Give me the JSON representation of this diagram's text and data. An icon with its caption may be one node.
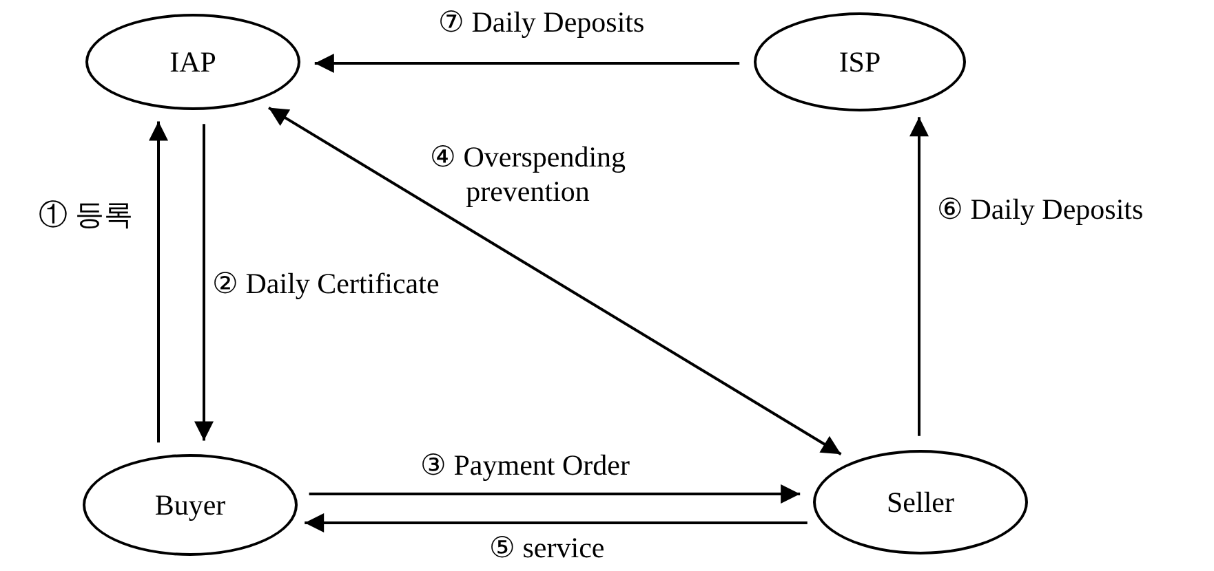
{
  "diagram": {
    "nodes": [
      {
        "text": [
          "IAP"
        ]
      },
      {
        "text": [
          "ISP"
        ]
      },
      {
        "text": [
          "Buyer"
        ]
      },
      {
        "text": [
          "Seller"
        ]
      }
    ],
    "edges": [
      {
        "from": 2,
        "to": 0,
        "arrow": "to",
        "label": "① 등록"
      },
      {
        "from": 0,
        "to": 2,
        "arrow": "to",
        "label": "② Daily Certificate"
      },
      {
        "from": 2,
        "to": 3,
        "arrow": "to",
        "label": "③ Payment Order"
      },
      {
        "from": 0,
        "to": 3,
        "arrow": "both",
        "label": "④ Overspending prevention"
      },
      {
        "from": 3,
        "to": 2,
        "arrow": "to",
        "label": "⑤ service"
      },
      {
        "from": 3,
        "to": 1,
        "arrow": "to",
        "label": "⑥ Daily Deposits"
      },
      {
        "from": 1,
        "to": 0,
        "arrow": "to",
        "label": "⑦ Daily Deposits"
      }
    ]
  }
}
